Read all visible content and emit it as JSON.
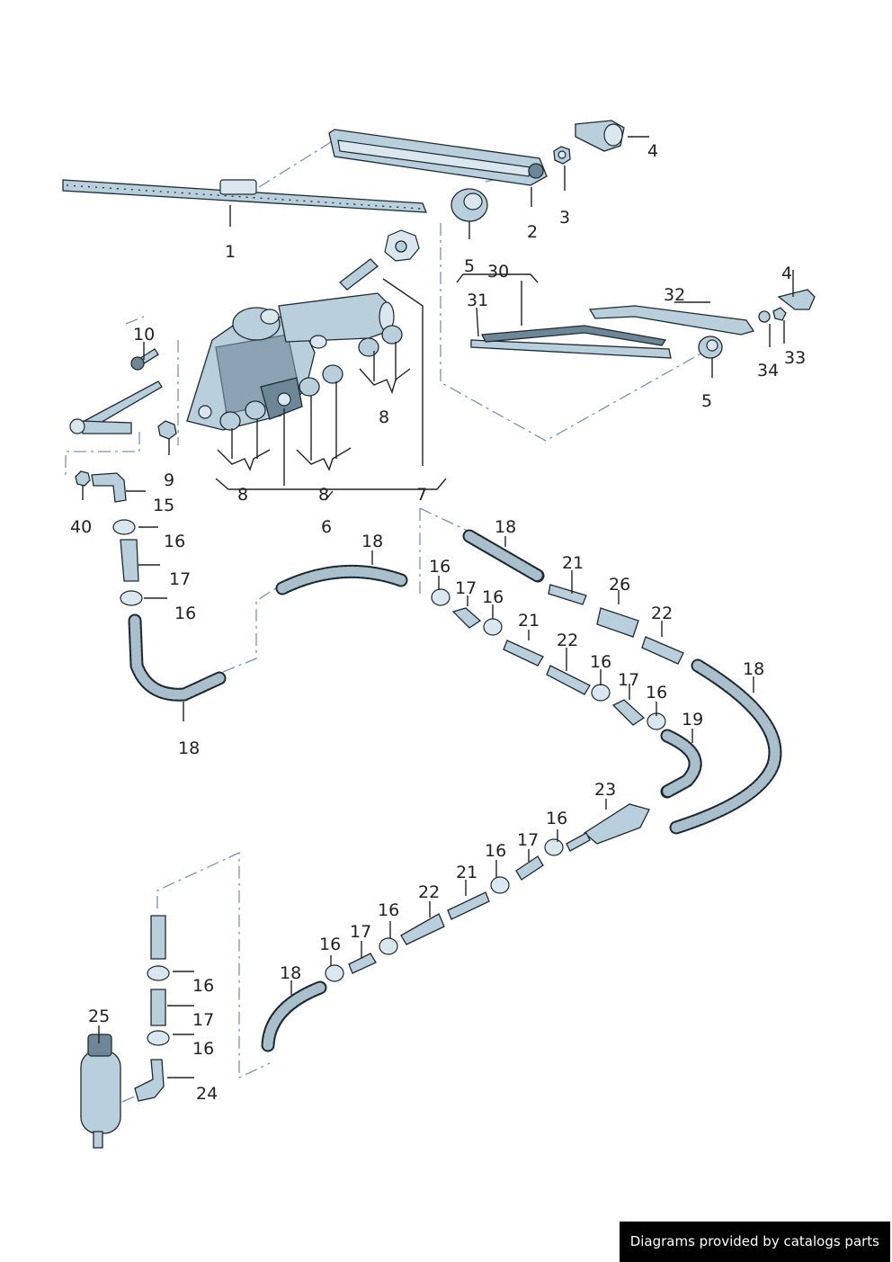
{
  "callouts": {
    "c1": "1",
    "c2": "2",
    "c3": "3",
    "c4a": "4",
    "c4b": "4",
    "c5a": "5",
    "c5b": "5",
    "c30": "30",
    "c31": "31",
    "c32": "32",
    "c33": "33",
    "c34": "34",
    "c10": "10",
    "c9": "9",
    "c8a": "8",
    "c8b": "8",
    "c8c": "8",
    "c6": "6",
    "c7": "7",
    "c15": "15",
    "c40": "40",
    "c16a": "16",
    "c17a": "17",
    "c16b": "16",
    "c18a": "18",
    "c18b": "18",
    "c18c": "18",
    "c16c": "16",
    "c17b": "17",
    "c16d": "16",
    "c21a": "21",
    "c26": "26",
    "c22a": "22",
    "c21b": "21",
    "c22b": "22",
    "c16e": "16",
    "c17c": "17",
    "c16f": "16",
    "c19": "19",
    "c18d": "18",
    "c23": "23",
    "c16g": "16",
    "c17d": "17",
    "c16h": "16",
    "c21c": "21",
    "c22c": "22",
    "c16i": "16",
    "c17e": "17",
    "c16j": "16",
    "c18e": "18",
    "c25": "25",
    "c16k": "16",
    "c17f": "17",
    "c16l": "16",
    "c24": "24"
  },
  "footer": "Diagrams provided by catalogs parts"
}
